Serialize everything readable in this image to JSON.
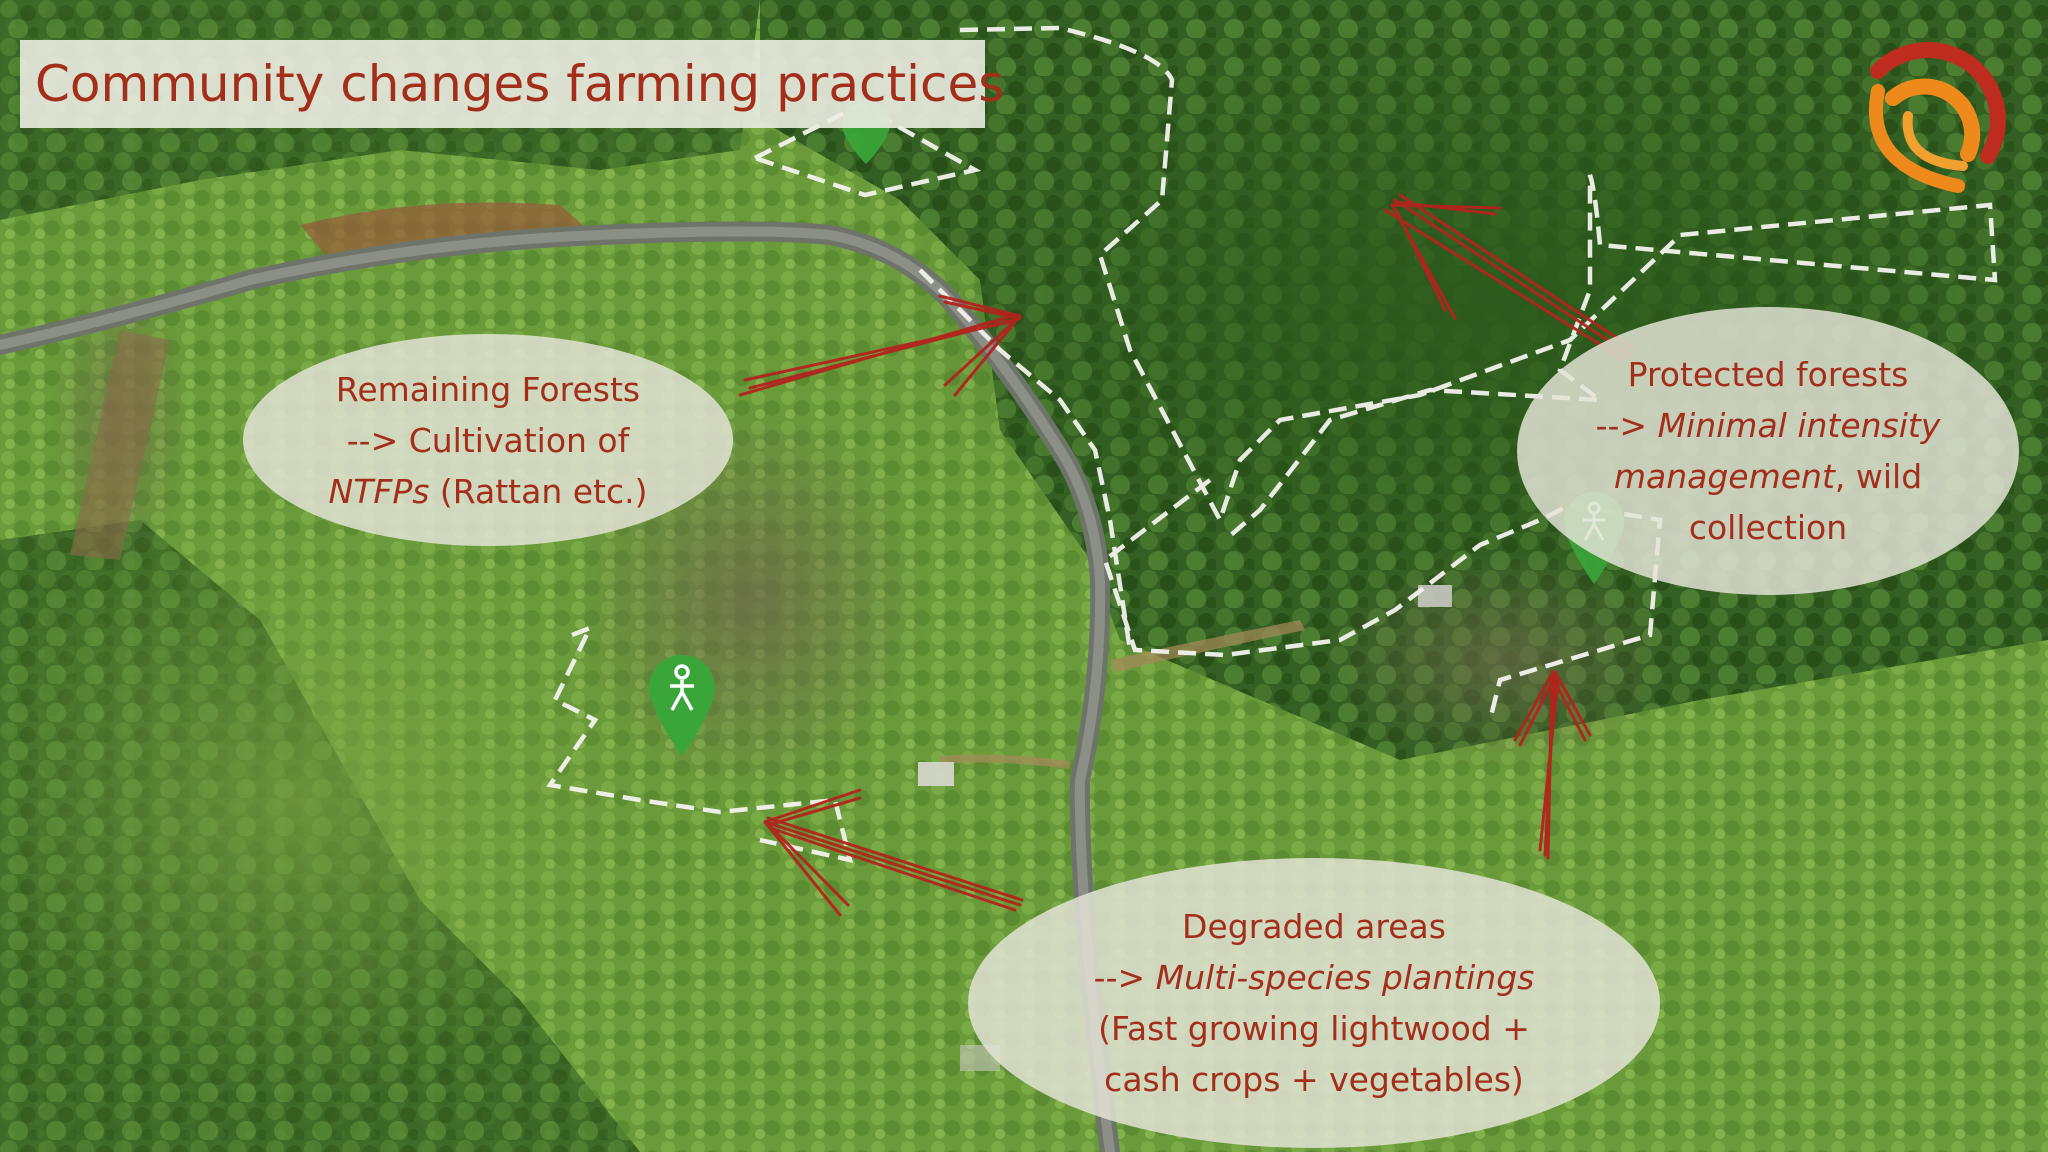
{
  "slide": {
    "title": "Community changes farming practices"
  },
  "bubbles": {
    "remaining": {
      "heading": "Remaining Forests",
      "arrow_prefix": "-->",
      "line2_rest": " Cultivation of",
      "italic_term": "NTFPs",
      "line3_rest": " (Rattan etc.)"
    },
    "protected": {
      "heading": "Protected forests",
      "arrow_prefix": "-->",
      "italic_1": " Minimal intensity",
      "italic_2": "management",
      "line3_rest": ",  wild",
      "line4": "collection"
    },
    "degraded": {
      "heading": "Degraded areas",
      "arrow_prefix": "-->",
      "italic_term": " Multi-species plantings",
      "line3": "(Fast growing lightwood +",
      "line4": "cash crops + vegetables)"
    }
  },
  "colors": {
    "text_accent": "#a32e1a",
    "arrow": "#b4231c",
    "marker": "#3aa63a",
    "road": "#777a74",
    "logo_orange": "#ee8a1c",
    "logo_red": "#bd2c1f"
  },
  "icons": [
    "location-pin-icon",
    "person-icon",
    "logo-icon",
    "arrow-icon"
  ]
}
